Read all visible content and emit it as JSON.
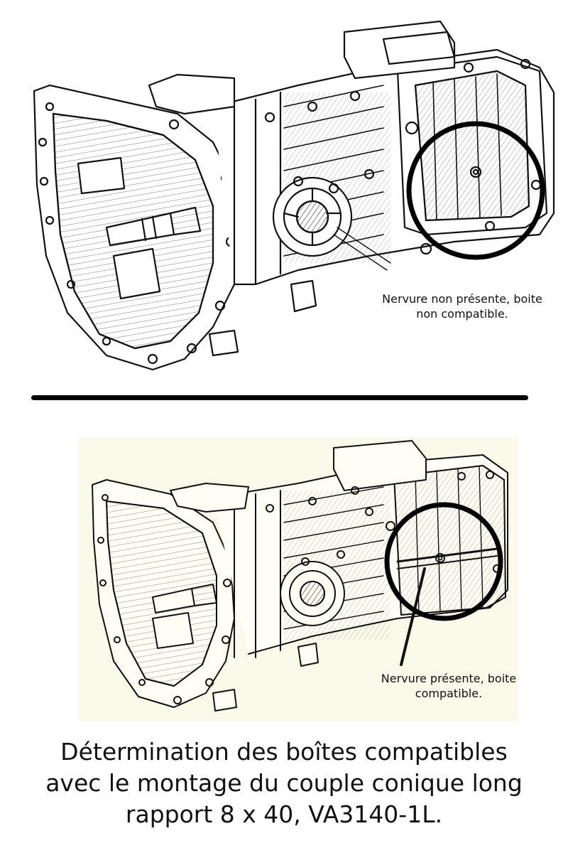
{
  "top": {
    "annotation": [
      "Nervure non présente, boite",
      "non compatible."
    ]
  },
  "bottom": {
    "annotation": [
      "Nervure présente, boite",
      "compatible."
    ]
  },
  "caption": [
    "Détermination des boîtes compatibles",
    "avec le montage du couple conique long",
    "rapport 8 x 40, VA3140-1L."
  ],
  "colors": {
    "ink": "#111111",
    "paper_top": "#ffffff",
    "paper_bottom": "#fbf9ea",
    "circle": "#000000"
  }
}
